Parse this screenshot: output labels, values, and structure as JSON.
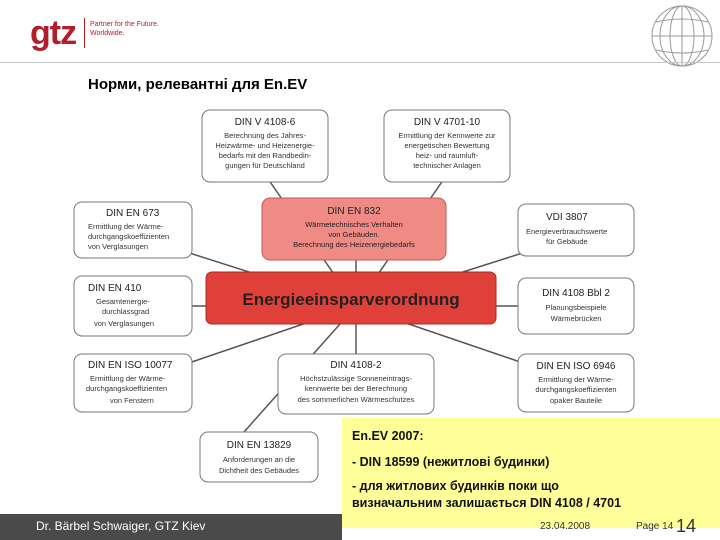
{
  "header": {
    "logo": "gtz",
    "tagline_line1": "Partner for the Future.",
    "tagline_line2": "Worldwide."
  },
  "title": "Норми, релевантні для En.EV",
  "diagram": {
    "center": "Energieeinsparverordnung",
    "boxes": [
      {
        "id": "din-v-4108-6",
        "heading": "DIN V 4108-6",
        "lines": [
          "Berechnung des Jahres-",
          "Heizwärme- und Heizenergie-",
          "bedarfs mit den Randbedin-",
          "gungen für Deutschland"
        ],
        "style": "plain"
      },
      {
        "id": "din-v-4701-10",
        "heading": "DIN V 4701-10",
        "lines": [
          "Ermittlung der Kennwerte zur",
          "energetischen Bewertung",
          "heiz- und raumluft-",
          "technischer Anlagen"
        ],
        "style": "plain"
      },
      {
        "id": "din-en-673",
        "heading": "DIN EN 673",
        "lines": [
          "Ermittlung der Wärme-",
          "durchgangskoeffizienten",
          "von Verglasungen"
        ],
        "style": "plain"
      },
      {
        "id": "din-en-832",
        "heading": "DIN EN 832",
        "lines": [
          "Wärmetechnisches Verhalten",
          "von Gebäuden.",
          "Berechnung des Heizenergiebedarfs"
        ],
        "style": "pink"
      },
      {
        "id": "vdi-3807",
        "heading": "VDI 3807",
        "lines": [
          "Energieverbrauchswerte",
          "für Gebäude"
        ],
        "style": "plain"
      },
      {
        "id": "din-en-410",
        "heading": "DIN EN 410",
        "lines": [
          "Gesamtenergie-",
          "durchlassgrad",
          "von Verglasungen"
        ],
        "style": "plain"
      },
      {
        "id": "din-4108-bbl2",
        "heading": "DIN 4108 Bbl 2",
        "lines": [
          "Planungsbeispiele",
          "Wärmebrücken"
        ],
        "style": "plain"
      },
      {
        "id": "din-en-iso-10077",
        "heading": "DIN EN ISO 10077",
        "lines": [
          "Ermittlung der Wärme-",
          "durchgangskoeffizienten",
          "von Fenstern"
        ],
        "style": "plain"
      },
      {
        "id": "din-4108-2",
        "heading": "DIN 4108-2",
        "lines": [
          "Höchstzulässige Sonneneintrags-",
          "kennwerte bei der Berechnung",
          "des sommerlichen Wärmeschutzes"
        ],
        "style": "plain"
      },
      {
        "id": "din-en-iso-6946",
        "heading": "DIN EN ISO 6946",
        "lines": [
          "Ermittlung der Wärme-",
          "durchgangskoeffizienten",
          "opaker Bauteile"
        ],
        "style": "plain"
      },
      {
        "id": "din-en-13829",
        "heading": "DIN EN 13829",
        "lines": [
          "Anforderungen an die",
          "Dichtheit des Gebäudes"
        ],
        "style": "plain"
      }
    ]
  },
  "callout": {
    "line1": "En.EV 2007:",
    "line2": "- DIN 18599 (нежитлові будинки)",
    "line3a": "- для житлових будинків поки що",
    "line3b": "визначальним залишається DIN 4108 / 4701"
  },
  "footer": {
    "author": "Dr. Bärbel Schwaiger, GTZ Kiev",
    "date": "23.04.2008",
    "page": "Page 14",
    "page_number": "14"
  },
  "colors": {
    "brand_red": "#b01e2a",
    "center_red": "#e0403a",
    "pink_box": "#f08a85",
    "callout_yellow": "#ffff99",
    "footer_gray": "#4a4a4a"
  }
}
